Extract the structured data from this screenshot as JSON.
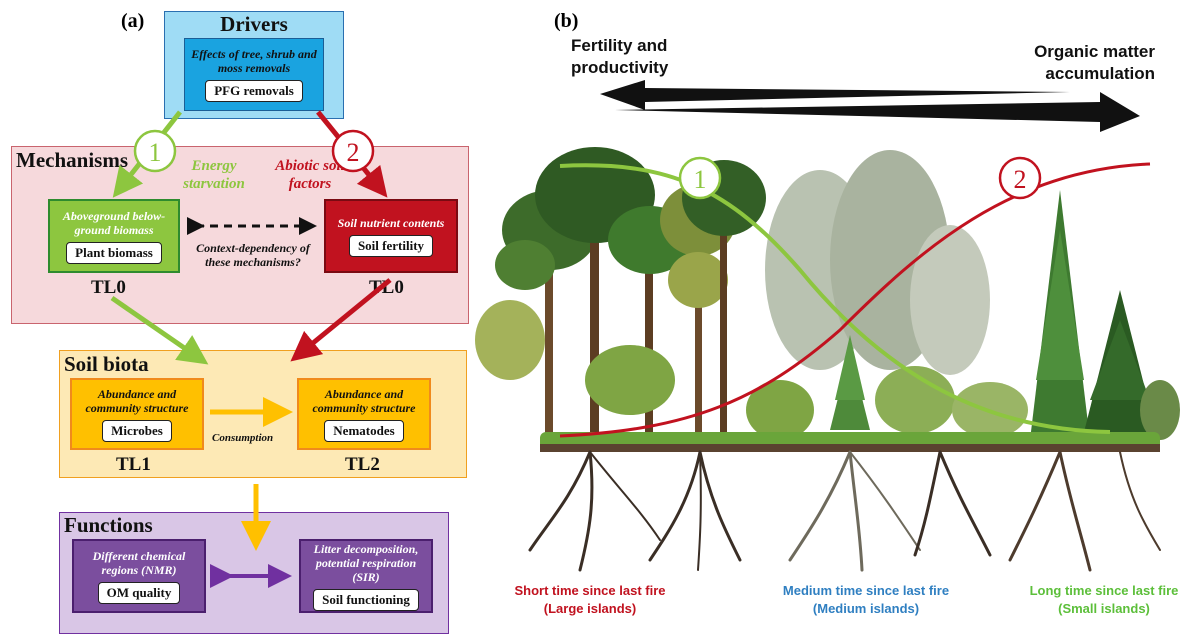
{
  "panel_a": {
    "label": "(a)",
    "drivers": {
      "title": "Drivers",
      "subtitle": "Effects of tree, shrub and moss removals",
      "pill": "PFG removals"
    },
    "mechanisms": {
      "title": "Mechanisms",
      "energy_label": "Energy starvation",
      "abiotic_label": "Abiotic soil factors",
      "aboveground": {
        "subtitle": "Aboveground below-ground biomass",
        "pill": "Plant biomass",
        "tl": "TL0"
      },
      "soil": {
        "subtitle": "Soil nutrient contents",
        "pill": "Soil fertility",
        "tl": "TL0"
      },
      "context": "Context-dependency of these mechanisms?"
    },
    "soil_biota": {
      "title": "Soil biota",
      "microbes": {
        "subtitle": "Abundance and community structure",
        "pill": "Microbes",
        "tl": "TL1"
      },
      "nematodes": {
        "subtitle": "Abundance and community structure",
        "pill": "Nematodes",
        "tl": "TL2"
      },
      "consumption": "Consumption"
    },
    "functions": {
      "title": "Functions",
      "chemical": {
        "subtitle": "Different chemical regions (NMR)",
        "pill": "OM quality"
      },
      "litter": {
        "subtitle": "Litter decomposition, potential respiration (SIR)",
        "pill": "Soil functioning"
      }
    },
    "circle_1": "1",
    "circle_2": "2"
  },
  "panel_b": {
    "label": "(b)",
    "fertility": "Fertility and productivity",
    "organic": "Organic matter accumulation",
    "circle_1": "1",
    "circle_2": "2",
    "short": {
      "line1": "Short time since last fire",
      "line2": "(Large islands)"
    },
    "medium": {
      "line1": "Medium time since last fire",
      "line2": "(Medium islands)"
    },
    "long": {
      "line1": "Long time since last fire",
      "line2": "(Small islands)"
    }
  },
  "colors": {
    "green": "#8dc63f",
    "red": "#c1121f",
    "orange": "#ffc000",
    "purple": "#7030a0",
    "drivers_bg": "#9fdcf5",
    "mechanisms_bg": "#f6d9dc",
    "biota_bg": "#fde9b5",
    "functions_bg": "#d9c6e6"
  }
}
